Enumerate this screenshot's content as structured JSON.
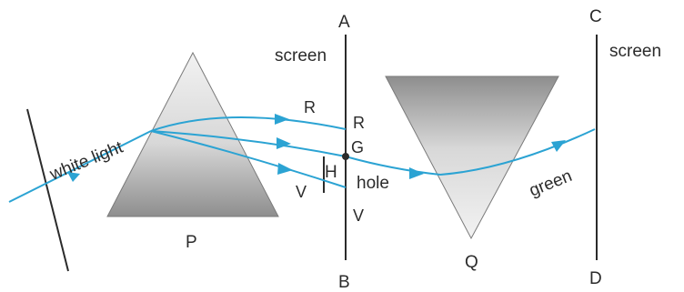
{
  "labels": {
    "screen_left": "screen",
    "screen_right": "screen",
    "point_a": "A",
    "point_b": "B",
    "point_c": "C",
    "point_d": "D",
    "ray_r": "R",
    "point_r": "R",
    "point_g": "G",
    "ray_v": "V",
    "point_v": "V",
    "h": "H",
    "hole": "hole",
    "white_light": "white light",
    "green": "green",
    "prism_p": "P",
    "prism_q": "Q"
  },
  "colors": {
    "ray": "#2ba3d3",
    "line": "#2b2b2b",
    "prism_light": "#eeeeee",
    "prism_dark": "#8a8a8a"
  }
}
